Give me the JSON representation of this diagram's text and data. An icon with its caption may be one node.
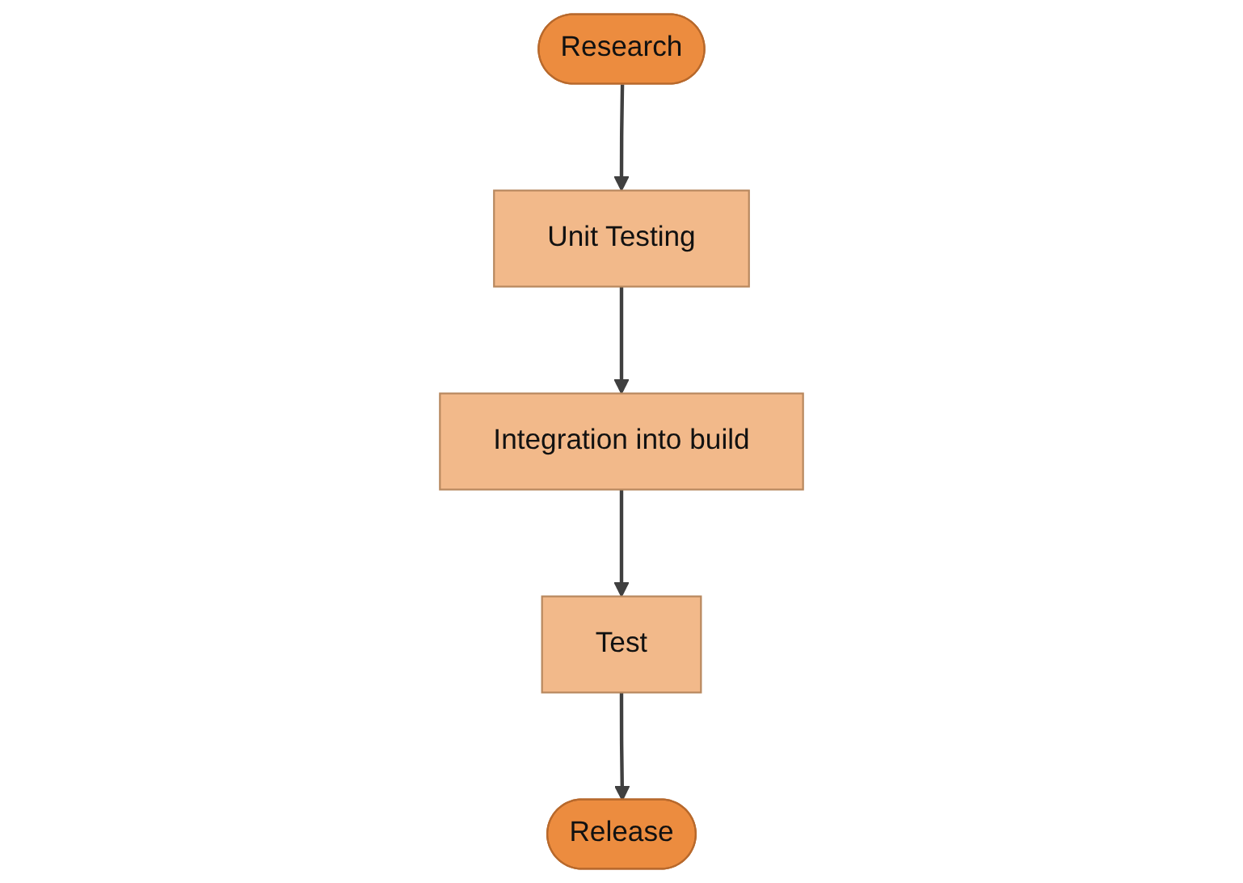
{
  "diagram": {
    "nodes": [
      {
        "text": [
          "Research"
        ]
      },
      {
        "text": [
          "Unit Testing"
        ]
      },
      {
        "text": [
          "Integration into build"
        ]
      },
      {
        "text": [
          "Test"
        ]
      },
      {
        "text": [
          "Release"
        ]
      }
    ],
    "edges": [
      {
        "from": 0,
        "to": 1,
        "arrow": "to"
      },
      {
        "from": 1,
        "to": 2,
        "arrow": "to"
      },
      {
        "from": 2,
        "to": 3,
        "arrow": "to"
      },
      {
        "from": 3,
        "to": 4,
        "arrow": "to"
      }
    ]
  }
}
